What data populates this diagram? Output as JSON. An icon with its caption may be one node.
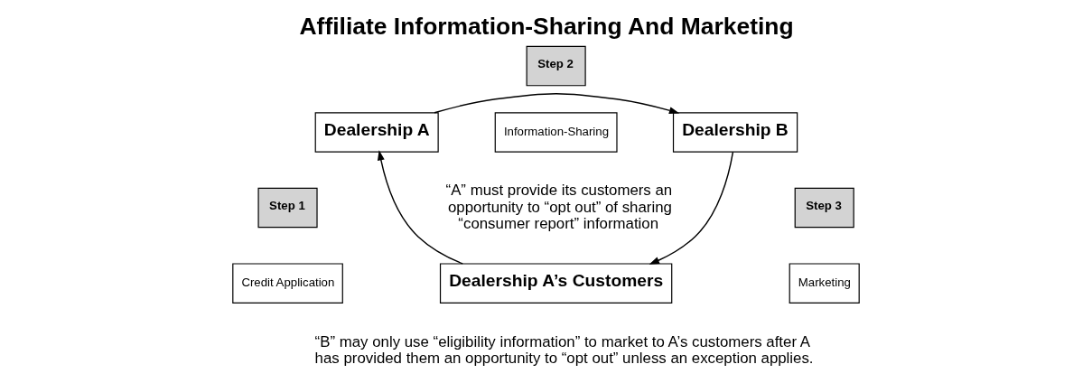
{
  "diagram": {
    "title": "Affiliate Information-Sharing And Marketing",
    "nodes": [
      {
        "text": [
          "Step 2"
        ]
      },
      {
        "text": [
          "Information-Sharing"
        ]
      },
      {
        "text": [
          "Dealership A"
        ]
      },
      {
        "text": [
          "Dealership B"
        ]
      },
      {
        "text": [
          "Step 1"
        ]
      },
      {
        "text": [
          "Step 3"
        ]
      },
      {
        "text": [
          "Credit Application"
        ]
      },
      {
        "text": [
          "Marketing"
        ]
      },
      {
        "text": [
          "Dealership A’s Customers"
        ]
      }
    ],
    "edges": [
      {
        "from": 2,
        "to": 3,
        "arrow": "to"
      },
      {
        "from": 8,
        "to": 2,
        "arrow": "to"
      },
      {
        "from": 3,
        "to": 8,
        "arrow": "to"
      }
    ],
    "labels": [
      "“A” must provide its customers an opportunity to “opt out” of sharing “consumer report” information",
      "“B” may only use “eligibility information” to market to A’s customers after A has provided them an opportunity to “opt out” unless an exception applies."
    ]
  }
}
